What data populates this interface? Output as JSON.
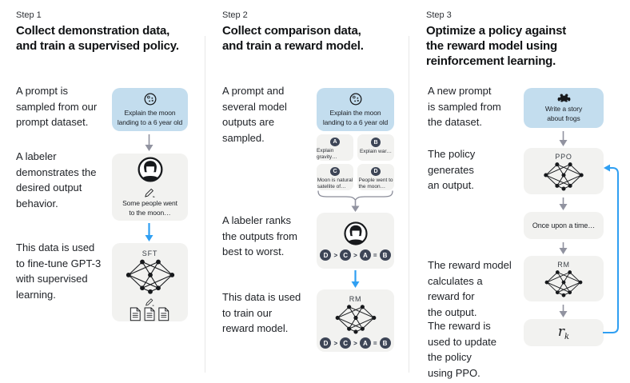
{
  "colors": {
    "prompt_box_bg": "#c3ddee",
    "model_box_bg": "#f2f2f0",
    "arrow_blue": "#2f9ff2",
    "arrow_gray": "#9193a0",
    "rank_circle": "#3d4556",
    "divider": "#e8e8e8",
    "ink": "#17191c"
  },
  "steps": [
    {
      "label": "Step 1",
      "title": "Collect demonstration data,\nand train a supervised policy.",
      "captions": [
        "A prompt is\nsampled from our\nprompt dataset.",
        "A labeler\ndemonstrates the\ndesired output\nbehavior.",
        "This data is used\nto fine-tune GPT-3\nwith supervised\nlearning."
      ],
      "prompt_box": {
        "icon": "moon-icon",
        "text": "Explain the moon\nlanding to a 6 year old"
      },
      "labeler_box": {
        "icon": "labeler-icon",
        "text": "Some people went\nto the moon…"
      },
      "model_box": {
        "label": "SFT"
      }
    },
    {
      "label": "Step 2",
      "title": "Collect comparison data,\nand train a reward model.",
      "captions": [
        "A prompt and\nseveral model\noutputs are\nsampled.",
        "A labeler ranks\nthe outputs from\nbest to worst.",
        "This data is used\nto train our\nreward model."
      ],
      "prompt_box": {
        "icon": "moon-icon",
        "text": "Explain the moon\nlanding to a 6 year old"
      },
      "outputs": [
        {
          "key": "A",
          "text": "Explain gravity…"
        },
        {
          "key": "B",
          "text": "Explain war…"
        },
        {
          "key": "C",
          "text": "Moon is natural\nsatellite of…"
        },
        {
          "key": "D",
          "text": "People went to\nthe moon…"
        }
      ],
      "ranking": {
        "items": [
          "D",
          "C",
          "A",
          "B"
        ],
        "ops": [
          ">",
          ">",
          "="
        ]
      },
      "model_box": {
        "label": "RM"
      }
    },
    {
      "label": "Step 3",
      "title": "Optimize a policy against\nthe reward model using\nreinforcement learning.",
      "captions": [
        "A new prompt\nis sampled from\nthe dataset.",
        "The policy\ngenerates\nan output.",
        "The reward model\ncalculates a\nreward for\nthe output.",
        "The reward is\nused to update\nthe policy\nusing PPO."
      ],
      "prompt_box": {
        "icon": "frog-icon",
        "text": "Write a story\nabout frogs"
      },
      "ppo_box": {
        "label": "PPO"
      },
      "output_box": {
        "text": "Once upon a time…"
      },
      "rm_box": {
        "label": "RM"
      },
      "reward_box": {
        "base": "r",
        "sub": "k"
      }
    }
  ]
}
